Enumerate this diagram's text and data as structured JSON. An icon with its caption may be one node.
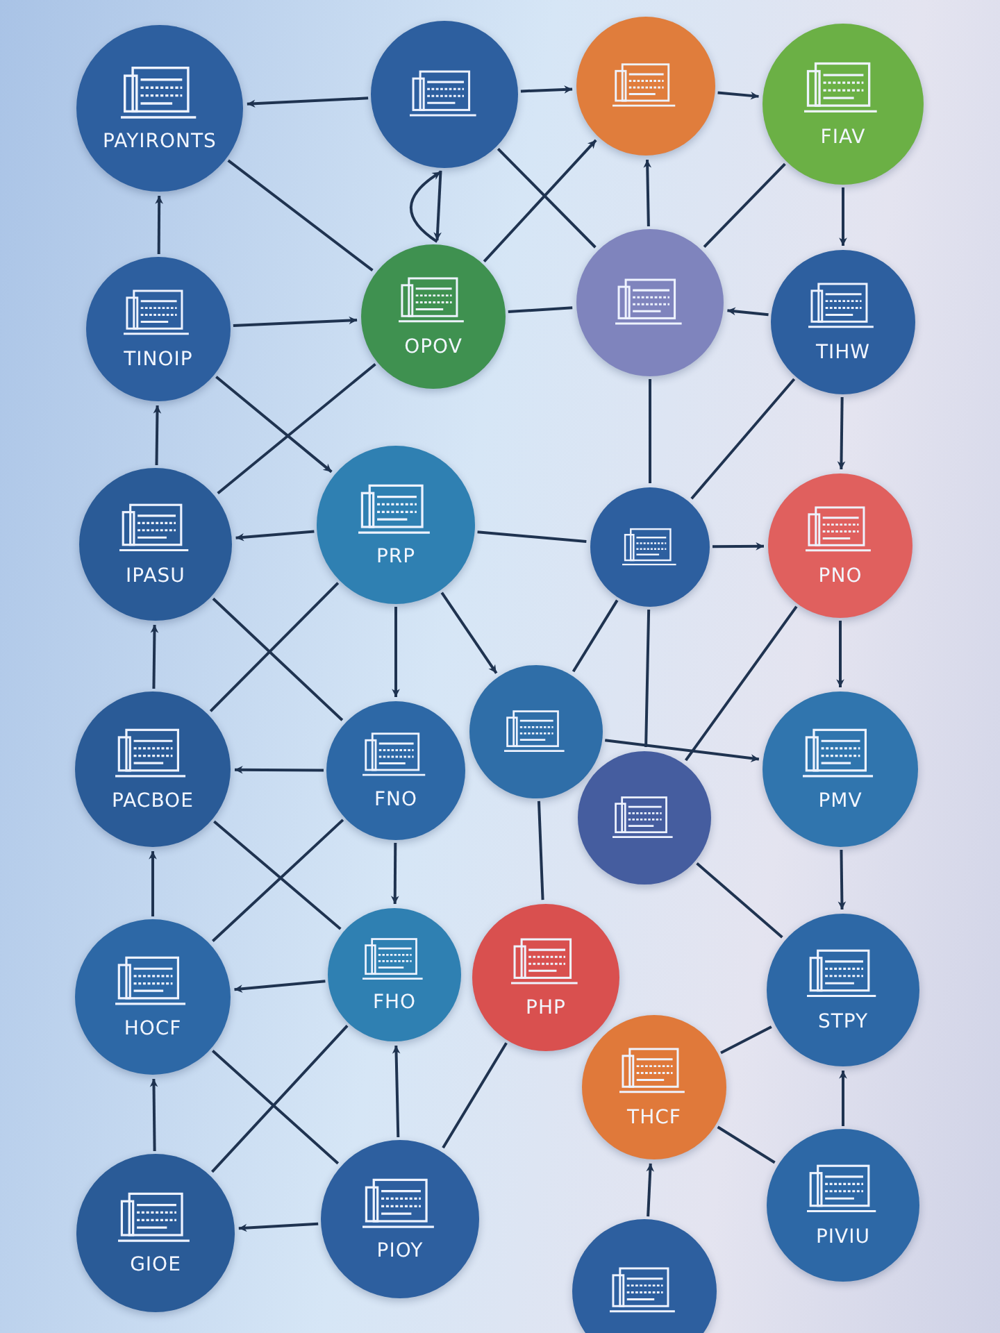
{
  "diagram": {
    "nodes": [
      {
        "text": [
          "PAYIRONTS"
        ]
      },
      {
        "text": [],
        "shape": "circle"
      },
      {
        "text": [],
        "shape": "circle"
      },
      {
        "text": [
          "FIAV"
        ]
      },
      {
        "text": [
          "TINOIP"
        ]
      },
      {
        "text": [
          "OPOV"
        ]
      },
      {
        "text": [],
        "shape": "circle"
      },
      {
        "text": [
          "TIHW"
        ]
      },
      {
        "text": [
          "IPASU"
        ]
      },
      {
        "text": [
          "PRP"
        ]
      },
      {
        "text": [],
        "shape": "circle"
      },
      {
        "text": [
          "PNO"
        ]
      },
      {
        "text": [
          "PACBOE"
        ]
      },
      {
        "text": [
          "FNO"
        ]
      },
      {
        "text": [],
        "shape": "circle"
      },
      {
        "text": [],
        "shape": "circle"
      },
      {
        "text": [
          "PMV"
        ]
      },
      {
        "text": [
          "HOCF"
        ]
      },
      {
        "text": [
          "FHO"
        ]
      },
      {
        "text": [
          "PHP"
        ]
      },
      {
        "text": [
          "THCF"
        ]
      },
      {
        "text": [
          "STPY"
        ]
      },
      {
        "text": [
          "GIOE"
        ]
      },
      {
        "text": [
          "PIOY"
        ]
      },
      {
        "text": [],
        "shape": "circle"
      },
      {
        "text": [
          "PIVIU"
        ]
      }
    ],
    "edges": [
      {
        "from": 1,
        "to": 0,
        "arrow": "to"
      },
      {
        "from": 1,
        "to": 2,
        "arrow": "to"
      },
      {
        "from": 2,
        "to": 3,
        "arrow": "to"
      },
      {
        "from": 4,
        "to": 0,
        "arrow": "to"
      },
      {
        "from": 3,
        "to": 7,
        "arrow": "to"
      },
      {
        "from": 1,
        "to": 5,
        "arrow": "to"
      },
      {
        "from": 4,
        "to": 5,
        "arrow": "to"
      },
      {
        "from": 5,
        "to": 1,
        "arrow": "to"
      },
      {
        "from": 5,
        "to": 2,
        "arrow": "to"
      },
      {
        "from": 6,
        "to": 2,
        "arrow": "to"
      },
      {
        "from": 7,
        "to": 6,
        "arrow": "to"
      },
      {
        "from": 5,
        "to": 6,
        "arrow": "none"
      },
      {
        "from": 0,
        "to": 5,
        "arrow": "none"
      },
      {
        "from": 1,
        "to": 6,
        "arrow": "none"
      },
      {
        "from": 3,
        "to": 6,
        "arrow": "none"
      },
      {
        "from": 4,
        "to": 9,
        "arrow": "to"
      },
      {
        "from": 9,
        "to": 8,
        "arrow": "to"
      },
      {
        "from": 8,
        "to": 4,
        "arrow": "to"
      },
      {
        "from": 7,
        "to": 11,
        "arrow": "to"
      },
      {
        "from": 9,
        "to": 10,
        "arrow": "none"
      },
      {
        "from": 10,
        "to": 11,
        "arrow": "to"
      },
      {
        "from": 5,
        "to": 8,
        "arrow": "none"
      },
      {
        "from": 6,
        "to": 10,
        "arrow": "none"
      },
      {
        "from": 7,
        "to": 10,
        "arrow": "none"
      },
      {
        "from": 9,
        "to": 13,
        "arrow": "to"
      },
      {
        "from": 12,
        "to": 8,
        "arrow": "to"
      },
      {
        "from": 13,
        "to": 12,
        "arrow": "to"
      },
      {
        "from": 11,
        "to": 16,
        "arrow": "to"
      },
      {
        "from": 8,
        "to": 13,
        "arrow": "none"
      },
      {
        "from": 9,
        "to": 12,
        "arrow": "none"
      },
      {
        "from": 9,
        "to": 14,
        "arrow": "to"
      },
      {
        "from": 10,
        "to": 14,
        "arrow": "none"
      },
      {
        "from": 10,
        "to": 15,
        "arrow": "none"
      },
      {
        "from": 11,
        "to": 15,
        "arrow": "none"
      },
      {
        "from": 14,
        "to": 16,
        "arrow": "to"
      },
      {
        "from": 16,
        "to": 21,
        "arrow": "to"
      },
      {
        "from": 18,
        "to": 17,
        "arrow": "to"
      },
      {
        "from": 17,
        "to": 12,
        "arrow": "to"
      },
      {
        "from": 13,
        "to": 18,
        "arrow": "to"
      },
      {
        "from": 12,
        "to": 18,
        "arrow": "none"
      },
      {
        "from": 13,
        "to": 17,
        "arrow": "none"
      },
      {
        "from": 14,
        "to": 19,
        "arrow": "none"
      },
      {
        "from": 15,
        "to": 21,
        "arrow": "none"
      },
      {
        "from": 22,
        "to": 17,
        "arrow": "to"
      },
      {
        "from": 23,
        "to": 22,
        "arrow": "to"
      },
      {
        "from": 23,
        "to": 18,
        "arrow": "to"
      },
      {
        "from": 17,
        "to": 23,
        "arrow": "none"
      },
      {
        "from": 18,
        "to": 22,
        "arrow": "none"
      },
      {
        "from": 19,
        "to": 23,
        "arrow": "none"
      },
      {
        "from": 20,
        "to": 21,
        "arrow": "none"
      },
      {
        "from": 24,
        "to": 20,
        "arrow": "to"
      },
      {
        "from": 25,
        "to": 21,
        "arrow": "to"
      },
      {
        "from": 20,
        "to": 25,
        "arrow": "none"
      }
    ]
  }
}
